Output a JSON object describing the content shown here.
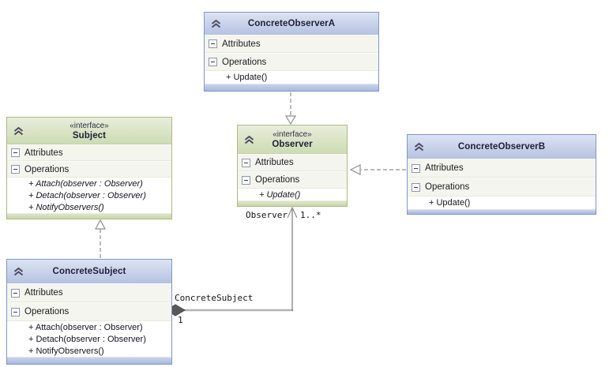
{
  "labels": {
    "attributes": "Attributes",
    "operations": "Operations"
  },
  "classes": [
    {
      "name": "ConcreteObserverA",
      "kind": "class",
      "operations": [
        "+ Update()"
      ]
    },
    {
      "stereotype": "«interface»",
      "name": "Subject",
      "kind": "interface",
      "operations": [
        "+ Attach(observer : Observer)",
        "+ Detach(observer : Observer)",
        "+ NotifyObservers()"
      ]
    },
    {
      "stereotype": "«interface»",
      "name": "Observer",
      "kind": "interface",
      "operations": [
        "+ Update()"
      ]
    },
    {
      "name": "ConcreteObserverB",
      "kind": "class",
      "operations": [
        "+ Update()"
      ]
    },
    {
      "name": "ConcreteSubject",
      "kind": "class",
      "operations": [
        "+ Attach(observer : Observer)",
        "+ Detach(observer : Observer)",
        "+ NotifyObservers()"
      ]
    }
  ],
  "connector_labels": {
    "composition_role": "ConcreteSubject",
    "composition_multiplicity": "1",
    "association_role": "Observer",
    "association_multiplicity": "1..*"
  },
  "colors": {
    "class_header": "#c7d0e8",
    "class_border": "#7e97c8",
    "class_footer": "#aebade",
    "interface_header": "#d8e2bf",
    "interface_border": "#b2b686",
    "interface_footer": "#cfddb5",
    "connector_gray": "#8f8f8f",
    "composition_diamond": "#595959"
  }
}
